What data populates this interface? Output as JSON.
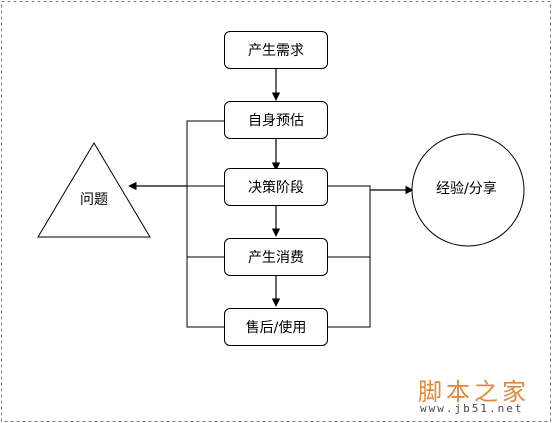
{
  "nodes": {
    "demand": "产生需求",
    "self_assess": "自身预估",
    "decision": "决策阶段",
    "consume": "产生消费",
    "after_sale": "售后/使用",
    "problem": "问题",
    "experience": "经验/分享"
  },
  "watermark": {
    "brand": "脚本之家",
    "url": "www.jb51.net"
  },
  "colors": {
    "line": "#000000",
    "frame_dash": "#7f7f7f",
    "watermark": "#e08a3a"
  }
}
